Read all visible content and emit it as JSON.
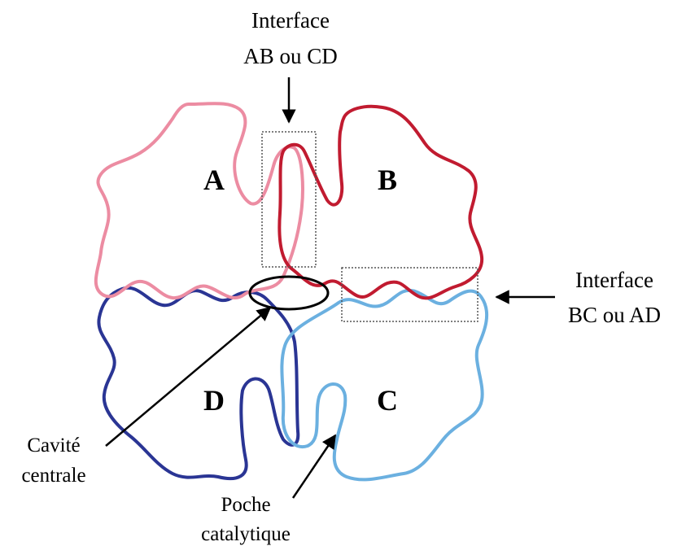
{
  "subunits": {
    "a": {
      "label": "A",
      "color": "#ec8ca2"
    },
    "b": {
      "label": "B",
      "color": "#c11b30"
    },
    "c": {
      "label": "C",
      "color": "#6bb0e0"
    },
    "d": {
      "label": "D",
      "color": "#2a3594"
    }
  },
  "annotations": {
    "interface_ab_cd": {
      "line1": "Interface",
      "line2": "AB ou CD"
    },
    "interface_bc_ad": {
      "line1": "Interface",
      "line2": "BC ou AD"
    },
    "central_cavity": {
      "line1": "Cavité",
      "line2": "centrale"
    },
    "catalytic_pocket": {
      "line1": "Poche",
      "line2": "catalytique"
    }
  }
}
